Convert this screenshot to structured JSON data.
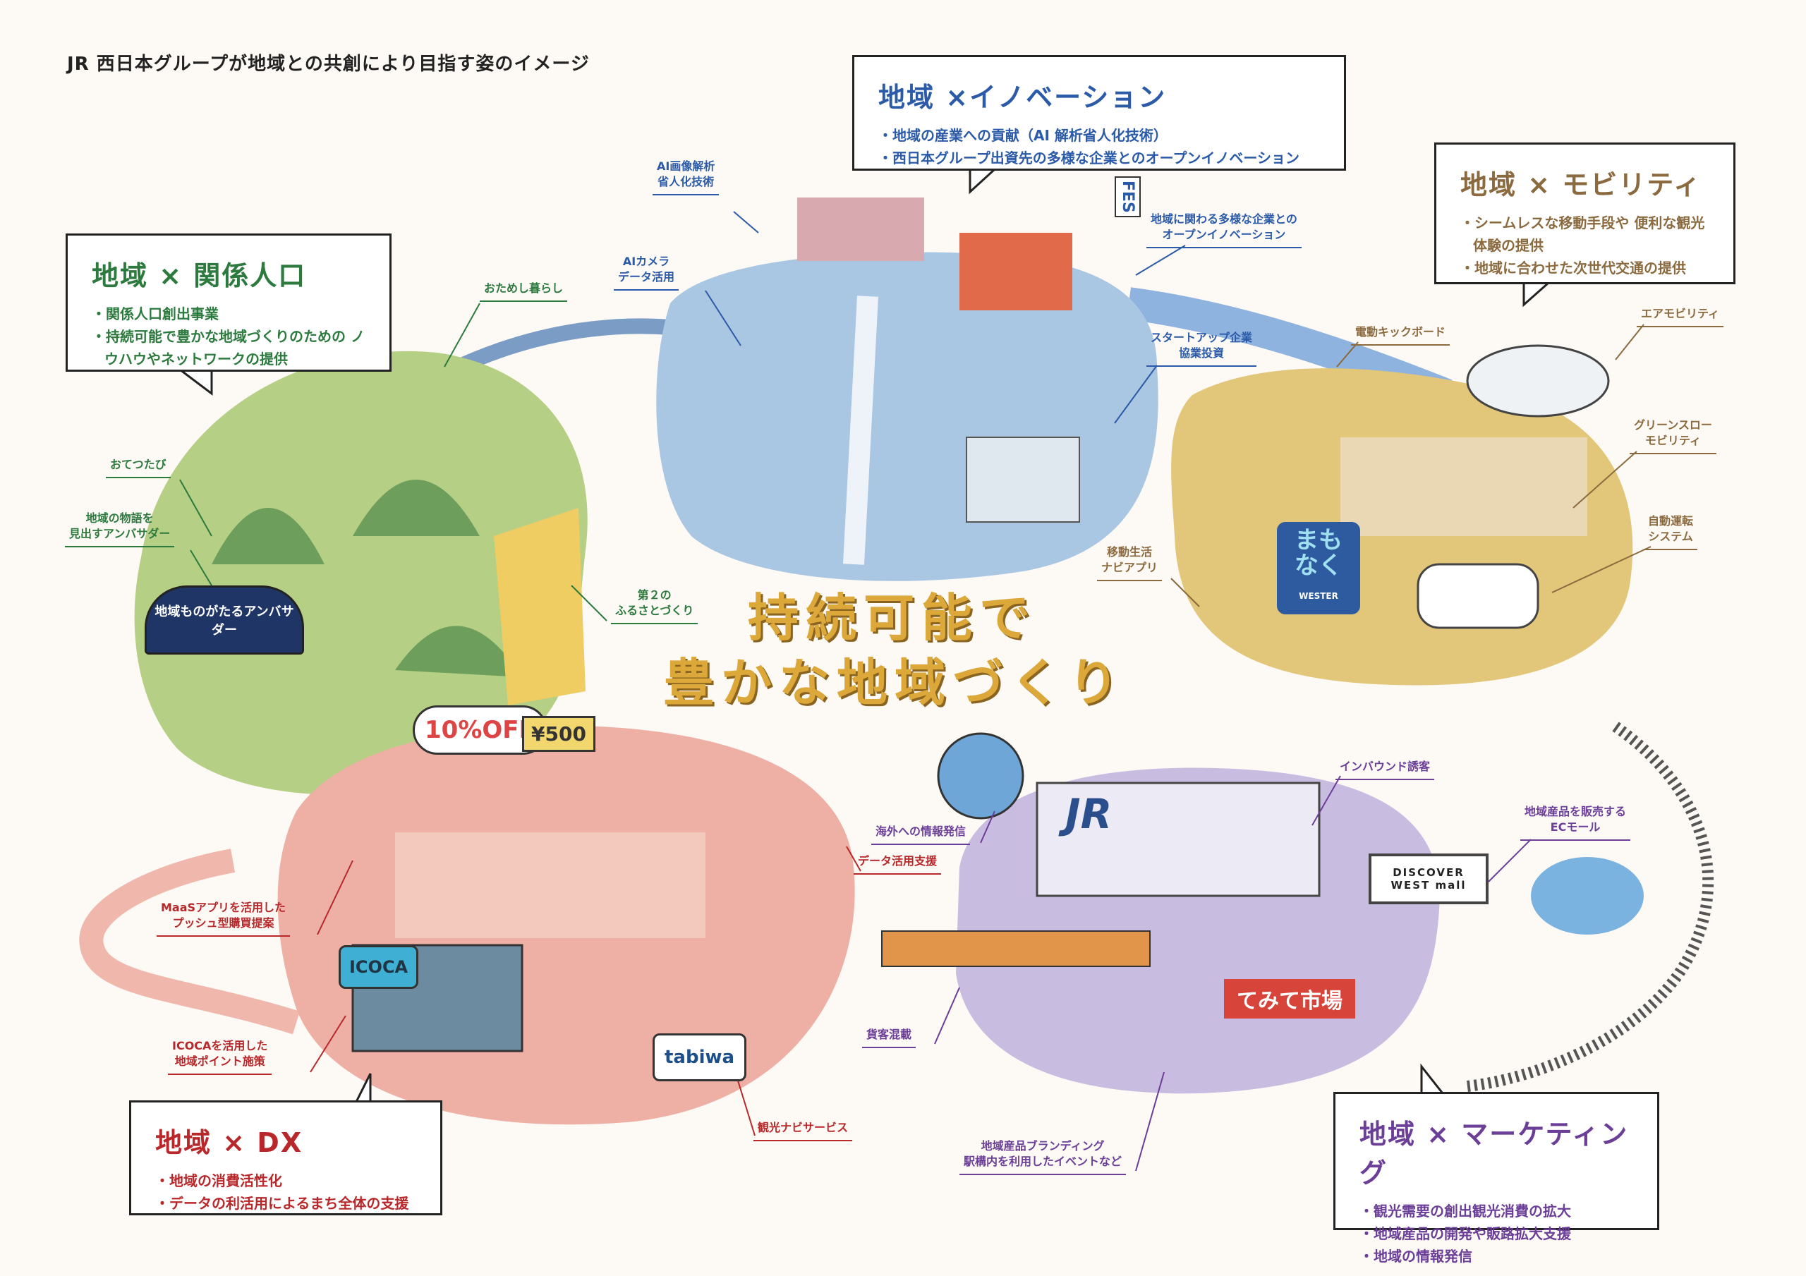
{
  "page_title": "JR 西日本グループが地域との共創により目指す姿のイメージ",
  "center_title": [
    "持続可能で",
    "豊かな地域づくり"
  ],
  "colors": {
    "relation": "#2d7a3e",
    "innovation": "#2a5aa8",
    "mobility": "#8a6a3e",
    "dx": "#b8282a",
    "marketing": "#6b3e98",
    "title": "#dca83a"
  },
  "boxes": {
    "relation": {
      "title": "地域 × 関係人口",
      "items": [
        "関係人口創出事業",
        "持続可能で豊かな地域づくりのための ノウハウやネットワークの提供"
      ]
    },
    "innovation": {
      "title": "地域 ×イノベーション",
      "items": [
        "地域の産業への貢献（AI 解析省人化技術）",
        "西日本グループ出資先の多様な企業とのオープンイノベーション"
      ]
    },
    "mobility": {
      "title": "地域 × モビリティ",
      "items": [
        "シームレスな移動手段や 便利な観光体験の提供",
        "地域に合わせた次世代交通の提供"
      ]
    },
    "dx": {
      "title": "地域 × DX",
      "items": [
        "地域の消費活性化",
        "データの利活用によるまち全体の支援"
      ]
    },
    "marketing": {
      "title": "地域 × マーケティング",
      "items": [
        "観光需要の創出観光消費の拡大",
        "地域産品の開発や販路拡大支援",
        "地域の情報発信"
      ]
    }
  },
  "labels": {
    "ai_image": "AI画像解析\n省人化技術",
    "ai_camera": "AIカメラ\nデータ活用",
    "otameshi": "おためし暮らし",
    "open_innovation": "地域に関わる多様な企業との\nオープンイノベーション",
    "startup": "スタートアップ企業\n協業投資",
    "kickboard": "電動キックボード",
    "air_mobility": "エアモビリティ",
    "green_slow": "グリーンスロー\nモビリティ",
    "autonomous": "自動運転\nシステム",
    "navi_app": "移動生活\nナビアプリ",
    "otetsutabi": "おてつたび",
    "ambassador": "地域の物語を\n見出すアンバサダー",
    "furusato": "第２の\nふるさとづくり",
    "maas": "MaaSアプリを活用した\nプッシュ型購買提案",
    "icoca_point": "ICOCAを活用した\n地域ポイント施策",
    "data_support": "データ活用支援",
    "tourism_navi": "観光ナビサービス",
    "overseas": "海外への情報発信",
    "inbound": "インバウンド誘客",
    "ec_mall": "地域産品を販売する\nECモール",
    "cargo": "貨客混載",
    "branding": "地域産品ブランディング\n駅構内を利用したイベントなど"
  },
  "signage": {
    "fes": "FES",
    "discount": "10%OFF",
    "coupon": "¥500",
    "icoca": "ICOCA",
    "tabiwa": "tabiwa",
    "mamonaku": "まもなく",
    "wester": "WESTER",
    "jr": "JR",
    "discover": "DISCOVER WEST mall",
    "temite": "てみて市場",
    "ambassador_board": "地域ものがたるアンバサダー"
  }
}
